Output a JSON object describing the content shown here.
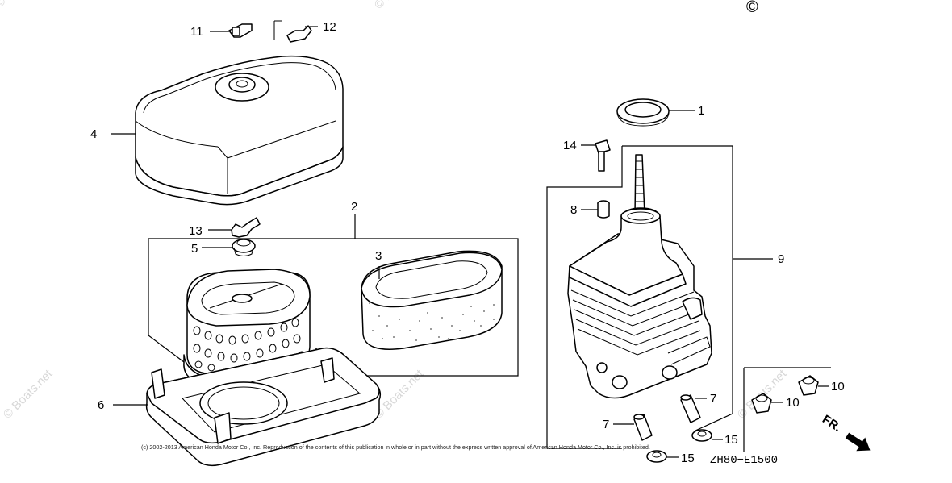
{
  "callouts": {
    "c1": "1",
    "c2": "2",
    "c3": "3",
    "c4": "4",
    "c5": "5",
    "c6": "6",
    "c7a": "7",
    "c7b": "7",
    "c8": "8",
    "c9": "9",
    "c10a": "10",
    "c10b": "10",
    "c11": "11",
    "c12": "12",
    "c13": "13",
    "c14": "14",
    "c15a": "15",
    "c15b": "15"
  },
  "diagram_code": "ZH80−E1500",
  "front_marker": "FR.",
  "copyright_mark": "©",
  "copyright_notice": "(c) 2002-2013 American Honda Motor Co., Inc. Reproduction of the contents of this publication in whole or in part without the express written approval of American Honda Motor Co., Inc. is prohibited.",
  "watermark": "© Boats.net",
  "icons": {
    "arrow": "front-direction-arrow-icon"
  }
}
